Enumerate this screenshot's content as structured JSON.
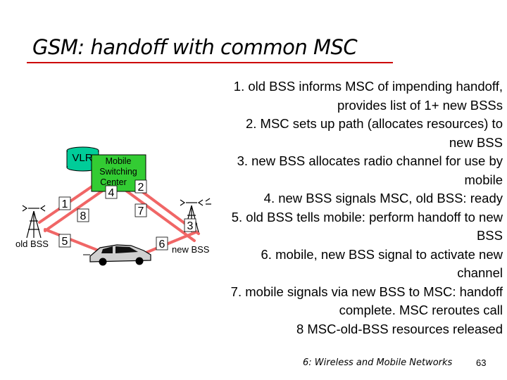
{
  "slide": {
    "title": "GSM: handoff with common MSC",
    "footer_course": "6: Wireless and Mobile Networks",
    "footer_page": "63"
  },
  "diagram": {
    "vlr_label": "VLR",
    "msc_label_lines": [
      "Mobile",
      "Switching",
      "Center"
    ],
    "old_bss_label": "old BSS",
    "new_bss_label": "new BSS",
    "step_markers": [
      "1",
      "2",
      "3",
      "4",
      "5",
      "6",
      "7",
      "8"
    ],
    "colors": {
      "msc_fill": "#33cc33",
      "vlr_fill": "#00cc99",
      "link": "#f06666",
      "title_rule": "#cc0000"
    }
  },
  "steps": [
    {
      "num": "1.",
      "text": "old BSS informs MSC of impending handoff, provides list of 1+ new BSSs"
    },
    {
      "num": "2.",
      "text": "MSC sets up path (allocates resources) to new BSS"
    },
    {
      "num": "3.",
      "text": "new BSS allocates radio channel for use by mobile"
    },
    {
      "num": "4.",
      "text": "new BSS signals MSC, old BSS: ready"
    },
    {
      "num": "5.",
      "text": "old BSS tells mobile: perform handoff to new BSS"
    },
    {
      "num": "6.",
      "text": "mobile, new BSS signal to activate new channel"
    },
    {
      "num": "7.",
      "text": "mobile signals via new BSS to MSC: handoff complete. MSC reroutes call"
    },
    {
      "num": "8",
      "text": "MSC-old-BSS resources released"
    }
  ]
}
